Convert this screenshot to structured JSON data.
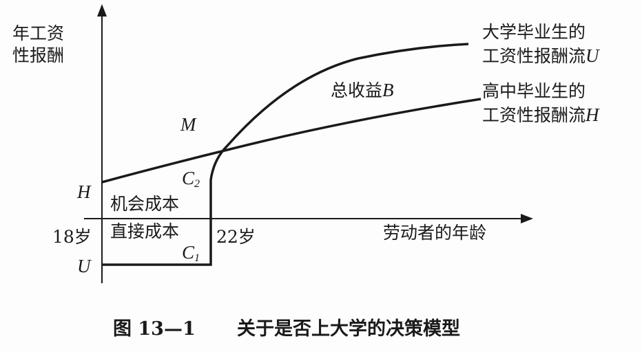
{
  "y_axis_label": [
    "年工资",
    "性报酬"
  ],
  "x_axis_label": "劳动者的年龄",
  "curve_u_label": [
    "大学毕业生的",
    "工资性报酬流"
  ],
  "curve_u_symbol": "U",
  "curve_h_label": [
    "高中毕业生的",
    "工资性报酬流"
  ],
  "curve_h_symbol": "H",
  "total_benefit_label": "总收益",
  "total_benefit_symbol": "B",
  "point_m": "M",
  "axis_h": "H",
  "axis_u": "U",
  "c2": {
    "letter": "C",
    "sub": "2"
  },
  "c1": {
    "letter": "C",
    "sub": "1"
  },
  "opportunity_cost": "机会成本",
  "direct_cost": "直接成本",
  "age_start": "18岁",
  "age_end": "22岁",
  "caption": {
    "number": "图 13—1",
    "title": "关于是否上大学的决策模型"
  }
}
